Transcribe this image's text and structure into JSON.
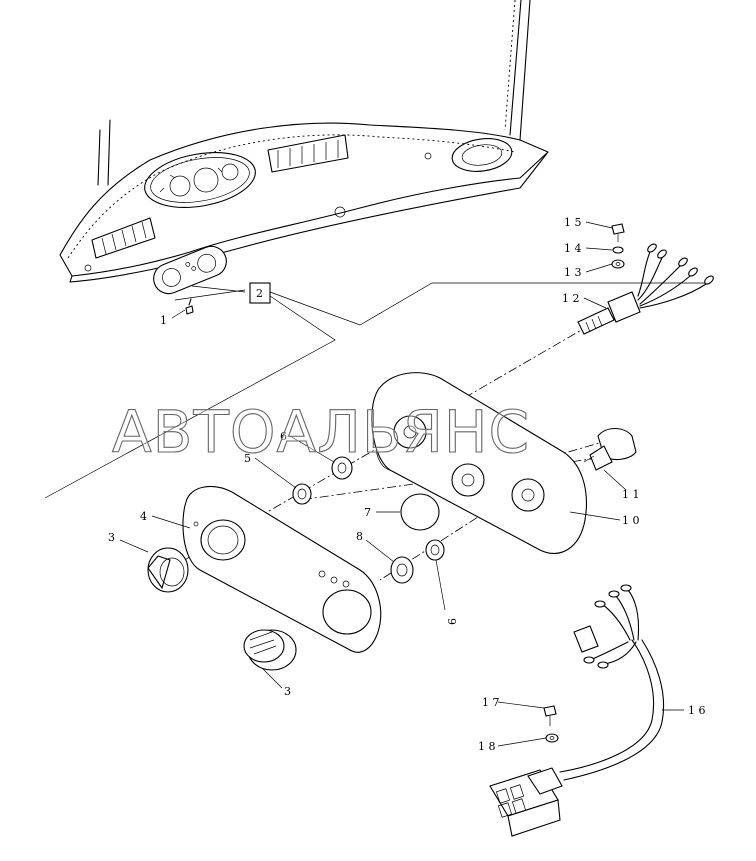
{
  "watermark": "АВТОАЛЬЯНС",
  "callouts": {
    "c1": "1",
    "c2": "2",
    "c3a": "3",
    "c3b": "3",
    "c4": "4",
    "c5": "5",
    "c6": "6",
    "c7": "7",
    "c8": "8",
    "c9": "9",
    "c10": "1 0",
    "c11": "1 1",
    "c12": "1 2",
    "c13": "1 3",
    "c14": "1 4",
    "c15": "1 5",
    "c16": "1 6",
    "c17": "1 7",
    "c18": "1 8"
  }
}
